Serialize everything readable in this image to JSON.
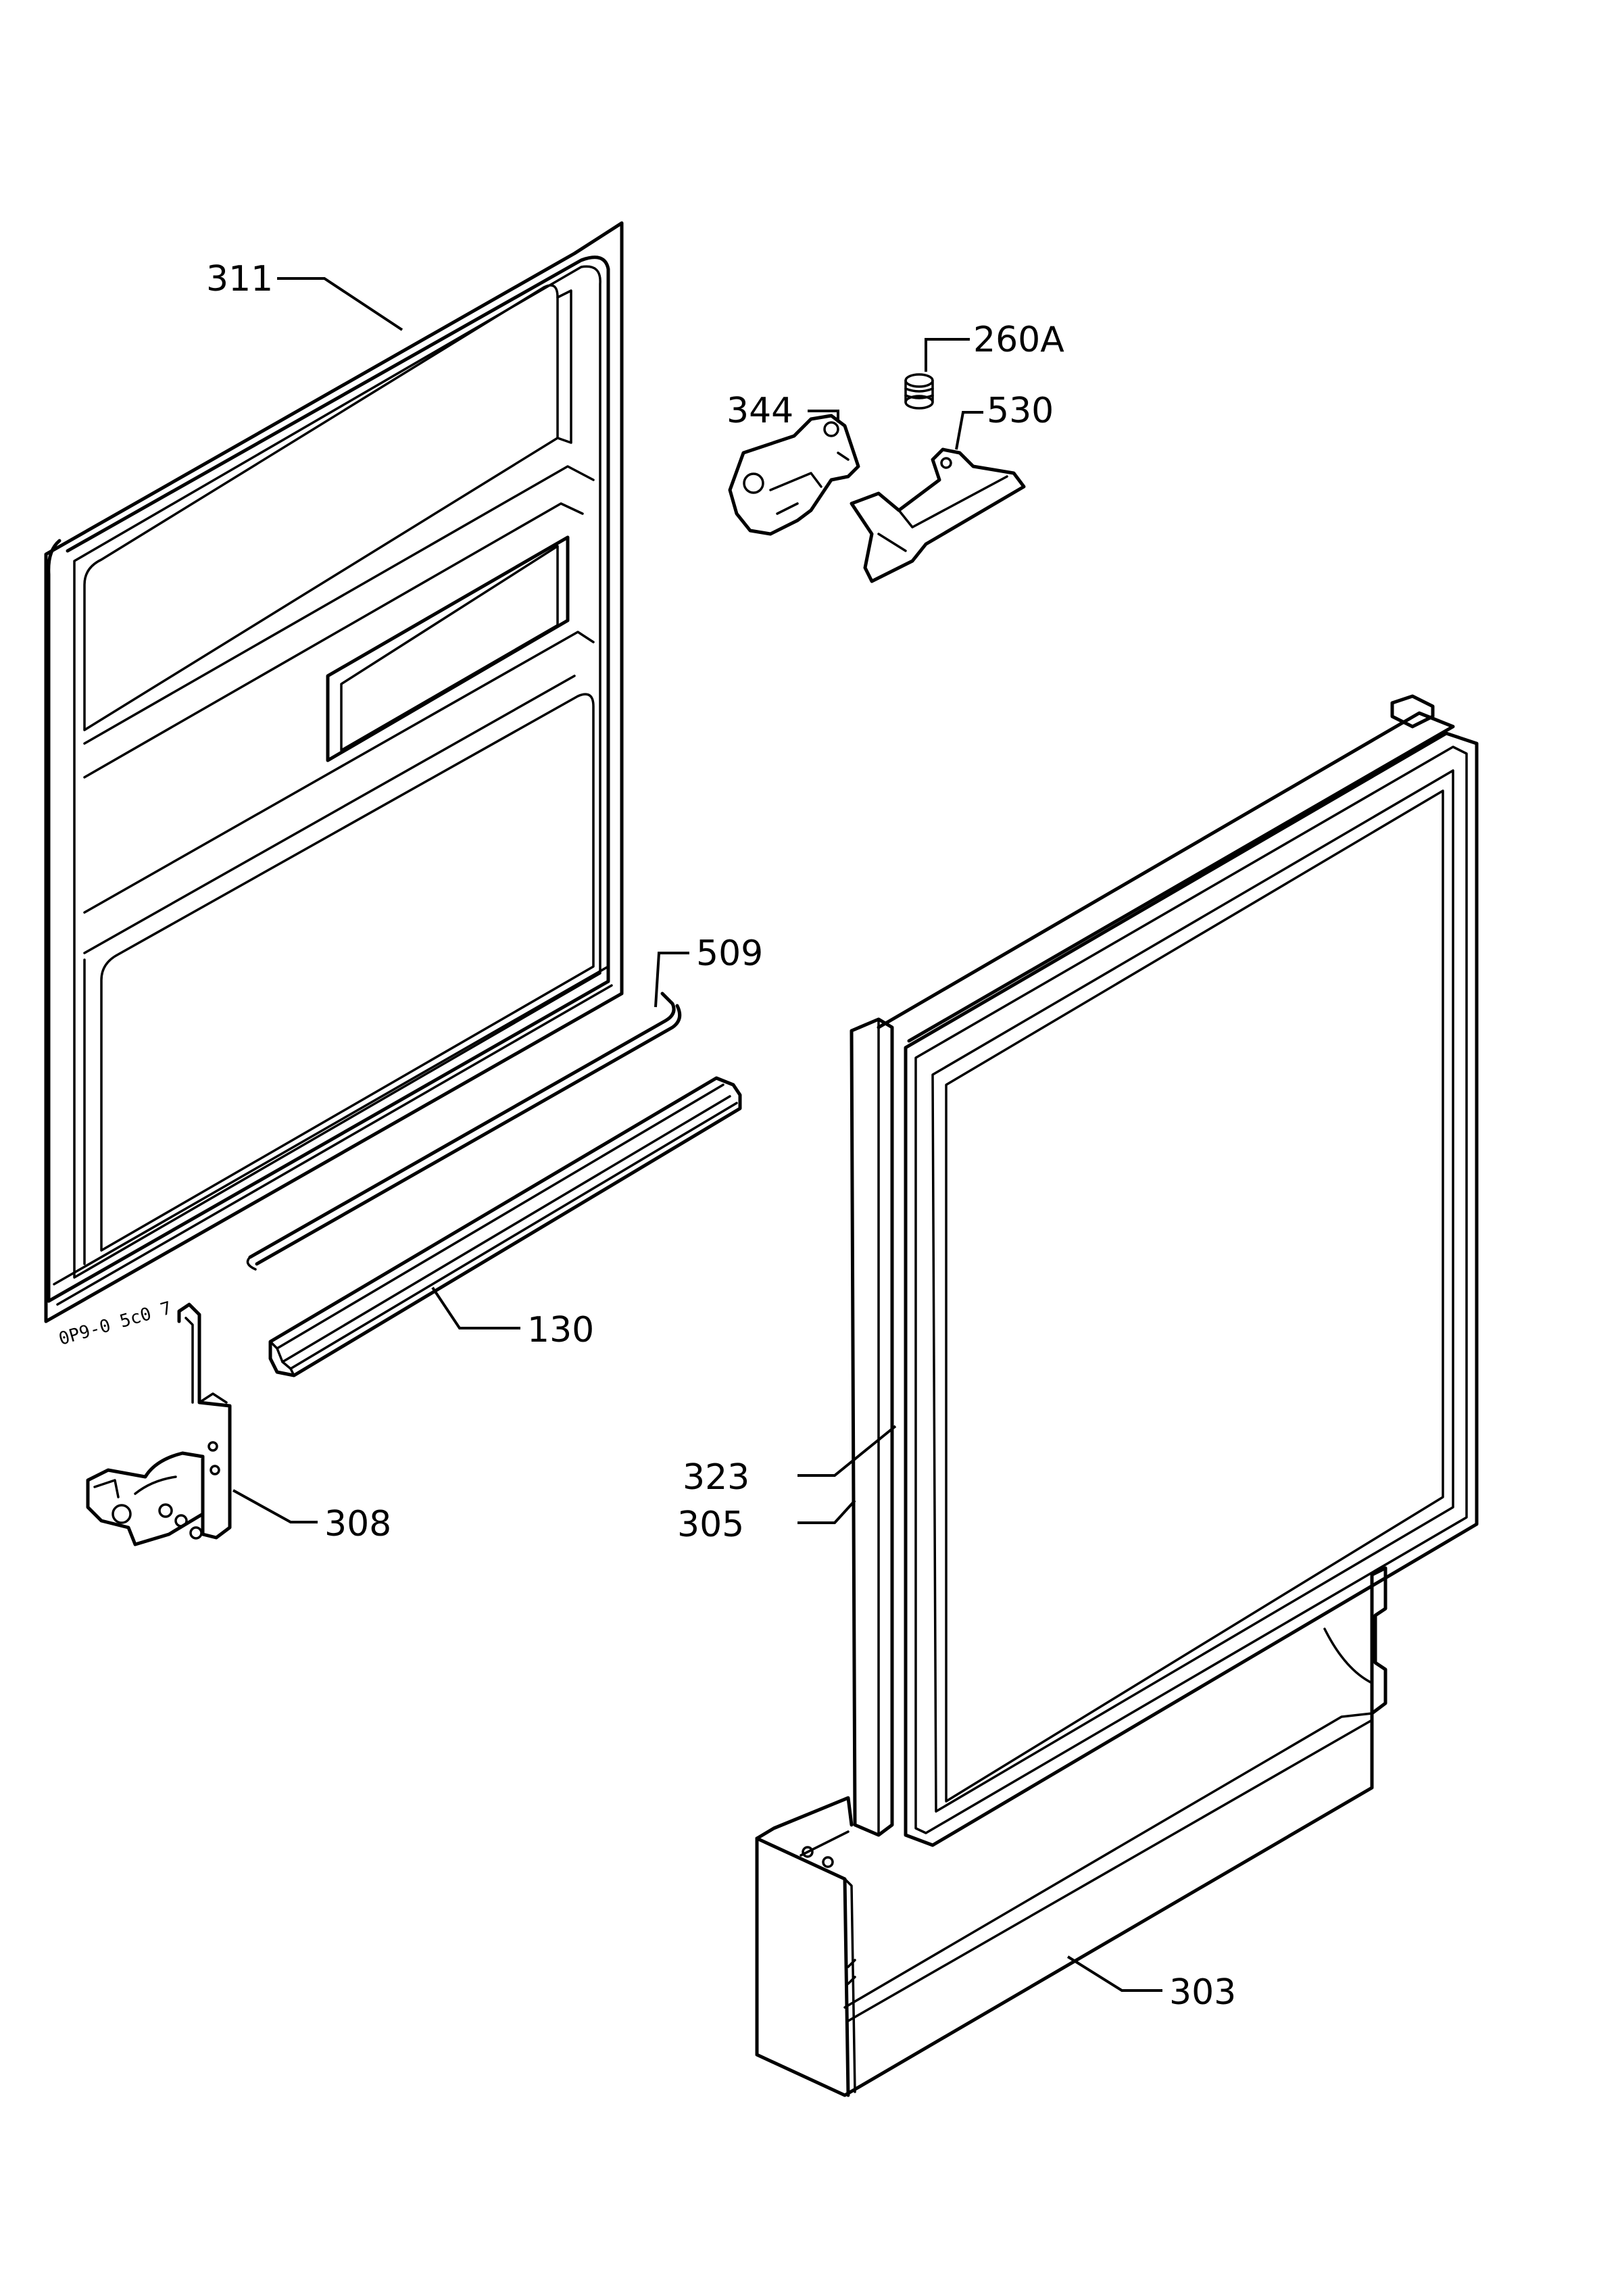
{
  "drawing_code": "0P9-0 5c0 7",
  "callouts": {
    "p311": "311",
    "p260a": "260A",
    "p344": "344",
    "p530": "530",
    "p509": "509",
    "p130": "130",
    "p308": "308",
    "p323": "323",
    "p305": "305",
    "p303": "303"
  }
}
